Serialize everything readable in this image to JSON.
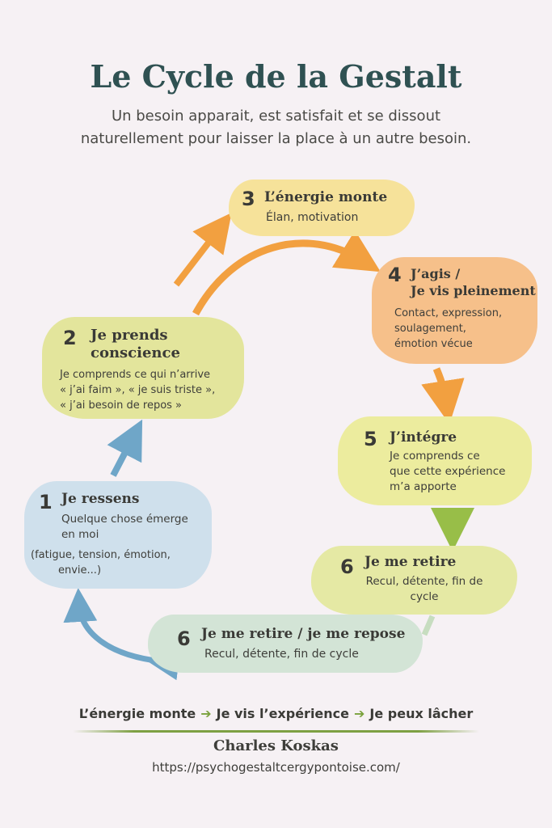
{
  "title": "Le Cycle de la Gestalt",
  "subtitle": [
    "Un besoin apparait, est satisfait et se dissout",
    "naturellement pour laisser la place à un autre besoin."
  ],
  "steps": [
    {
      "num": "1",
      "heading": [
        "Je ressens"
      ],
      "body": [
        "Quelque chose émerge",
        "en moi",
        "(fatigue, tension, émotion,",
        "envie...)"
      ],
      "color": "#cfe0ec"
    },
    {
      "num": "2",
      "heading": [
        "Je prends",
        "conscience"
      ],
      "body": [
        "Je comprends ce qui n’arrive",
        "« j’ai faim », « je suis triste »,",
        "« j’ai besoin de repos »"
      ],
      "color": "#e3e59c"
    },
    {
      "num": "3",
      "heading": [
        "L’énergie monte"
      ],
      "body": [
        "Élan, motivation"
      ],
      "color": "#f6e29a"
    },
    {
      "num": "4",
      "heading": [
        "J’agis /",
        "Je vis pleinement"
      ],
      "body": [
        "Contact, expression,",
        "soulagement,",
        "émotion vécue"
      ],
      "color": "#f6c08a"
    },
    {
      "num": "5",
      "heading": [
        "J’intégre"
      ],
      "body": [
        "Je comprends ce",
        "que cette expérience",
        "m’a apporte"
      ],
      "color": "#ecec9e"
    },
    {
      "num": "6",
      "heading": [
        "Je me retire"
      ],
      "body": [
        "Recul, détente, fin de",
        "cycle"
      ],
      "color": "#e5e9a4"
    },
    {
      "num": "6",
      "heading": [
        "Je me retire / je me repose"
      ],
      "body": [
        "Recul, détente, fin de cycle"
      ],
      "color": "#d3e4d6"
    }
  ],
  "footer": {
    "flow": [
      "L’énergie monte",
      "Je vis l’expérience",
      "Je peux lâcher"
    ],
    "arrow": "➔",
    "author": "Charles Koskas",
    "url": "https://psychogestaltcergypontoise.com/"
  }
}
